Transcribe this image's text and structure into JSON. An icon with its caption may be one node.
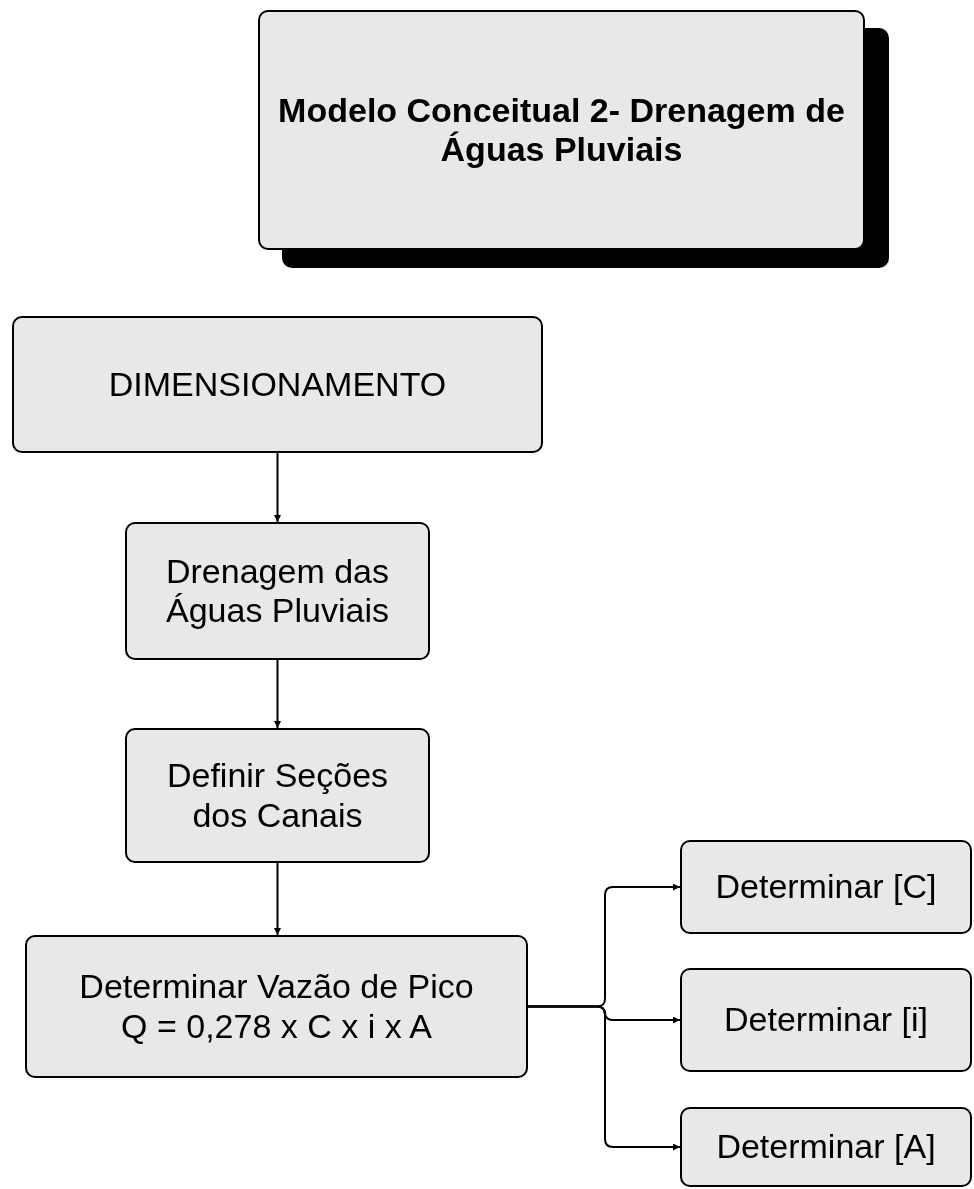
{
  "diagram": {
    "nodes": [
      {
        "text": [
          "Modelo Conceitual 2- Drenagem de Águas Pluviais"
        ]
      },
      {
        "text": [
          "DIMENSIONAMENTO"
        ]
      },
      {
        "text": [
          "Drenagem das Águas Pluviais"
        ]
      },
      {
        "text": [
          "Definir Seções dos Canais"
        ]
      },
      {
        "text": [
          "Determinar Vazão de Pico",
          "Q = 0,278 x C x i x A"
        ]
      },
      {
        "text": [
          "Determinar [C]"
        ]
      },
      {
        "text": [
          "Determinar [i]"
        ]
      },
      {
        "text": [
          "Determinar [A]"
        ]
      }
    ],
    "edges": [
      {
        "from": 1,
        "to": 2,
        "arrow": "to"
      },
      {
        "from": 2,
        "to": 3,
        "arrow": "to"
      },
      {
        "from": 3,
        "to": 4,
        "arrow": "to"
      },
      {
        "from": 4,
        "to": 5,
        "arrow": "to"
      },
      {
        "from": 4,
        "to": 6,
        "arrow": "to"
      },
      {
        "from": 4,
        "to": 7,
        "arrow": "to"
      }
    ]
  }
}
